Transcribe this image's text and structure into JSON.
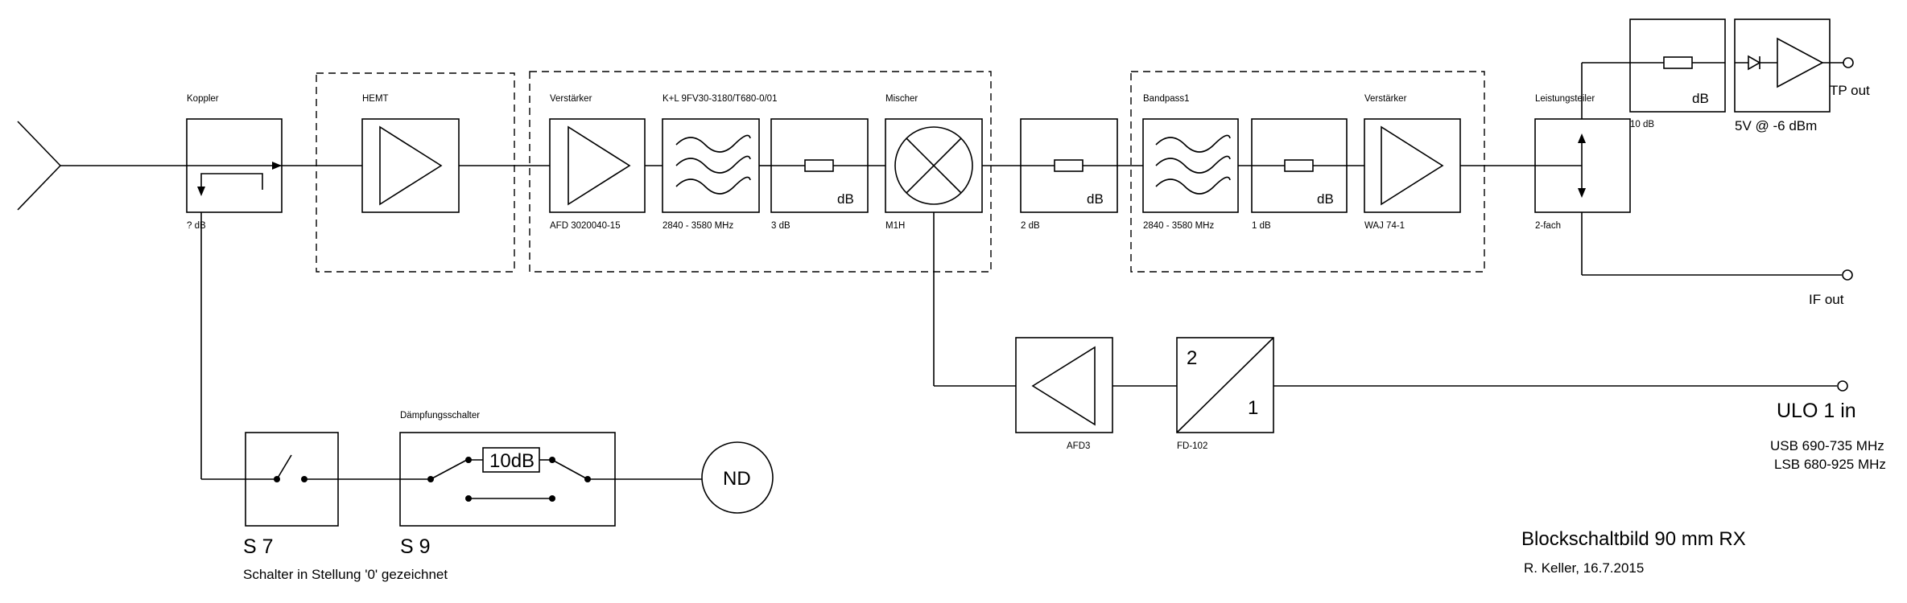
{
  "labels": {
    "koppler": "Koppler",
    "koppler_db": "? dB",
    "hemt": "HEMT",
    "verstaerker1": "Verstärker",
    "filter_part": "K+L 9FV30-3180/T680-0/01",
    "mischer": "Mischer",
    "afd": "AFD 3020040-15",
    "filter1_freq": "2840 - 3580 MHz",
    "att1": "3 dB",
    "mischer_part": "M1H",
    "att2": "2 dB",
    "bandpass": "Bandpass1",
    "verstaerker2": "Verstärker",
    "filter2_freq": "2840 - 3580 MHz",
    "att3": "1 dB",
    "waj": "WAJ 74-1",
    "leistungsteiler": "Leistungsteiler",
    "fach": "2-fach",
    "att_top": "10 dB",
    "db_box": "dB",
    "tp_out": "TP out",
    "detector": "5V @ -6 dBm",
    "if_out": "IF out",
    "afd3": "AFD3",
    "fd102": "FD-102",
    "fd_in": "2",
    "fd_out": "1",
    "ulo": "ULO 1 in",
    "usb": "USB 690-735 MHz",
    "lsb": "LSB 680-925 MHz",
    "daempfung": "Dämpfungsschalter",
    "att10": "10dB",
    "nd": "ND",
    "s7": "S 7",
    "s9": "S 9",
    "schalter_note": "Schalter in Stellung '0' gezeichnet",
    "title": "Blockschaltbild 90 mm RX",
    "author": "R. Keller, 16.7.2015"
  }
}
